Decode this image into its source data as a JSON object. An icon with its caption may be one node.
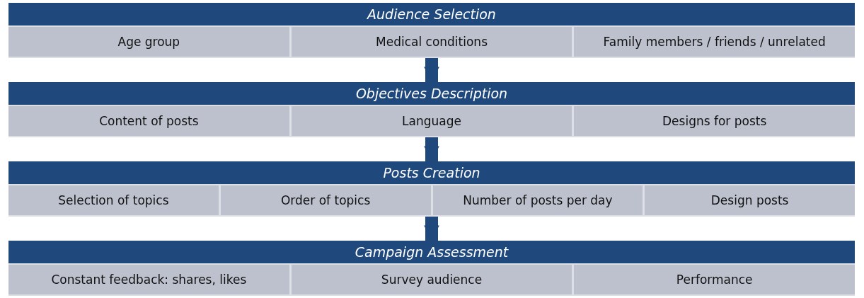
{
  "diagram": {
    "nodes": [
      {
        "text": [
          "Audience Selection"
        ]
      },
      {
        "text": [
          "Age group"
        ],
        "in": 0
      },
      {
        "text": [
          "Medical conditions"
        ],
        "in": 0
      },
      {
        "text": [
          "Family members / friends / unrelated"
        ],
        "in": 0
      },
      {
        "text": [
          "Objectives Description"
        ]
      },
      {
        "text": [
          "Content of posts"
        ],
        "in": 4
      },
      {
        "text": [
          "Language"
        ],
        "in": 4
      },
      {
        "text": [
          "Designs for posts"
        ],
        "in": 4
      },
      {
        "text": [
          "Posts Creation"
        ]
      },
      {
        "text": [
          "Selection of topics"
        ],
        "in": 8
      },
      {
        "text": [
          "Order of topics"
        ],
        "in": 8
      },
      {
        "text": [
          "Number of posts per day"
        ],
        "in": 8
      },
      {
        "text": [
          "Design posts"
        ],
        "in": 8
      },
      {
        "text": [
          "Campaign Assessment"
        ]
      },
      {
        "text": [
          "Constant feedback: shares, likes"
        ],
        "in": 13
      },
      {
        "text": [
          "Survey audience"
        ],
        "in": 13
      },
      {
        "text": [
          "Performance"
        ],
        "in": 13
      }
    ],
    "edges": [
      {
        "from": 0,
        "to": 4,
        "arrow": "to"
      },
      {
        "from": 4,
        "to": 8,
        "arrow": "to"
      },
      {
        "from": 8,
        "to": 13,
        "arrow": "to"
      }
    ]
  }
}
